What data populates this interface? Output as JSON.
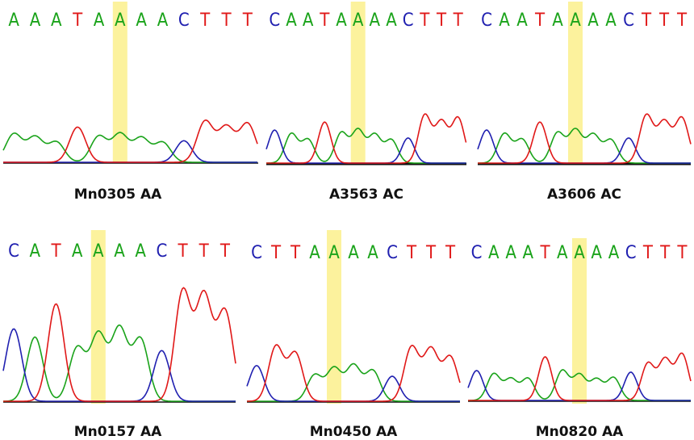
{
  "colors": {
    "A": "#1aa31a",
    "C": "#2020b0",
    "G": "#111111",
    "T": "#e01818",
    "highlight": "#fbf08c"
  },
  "panels": [
    {
      "label": "Mn0305 AA",
      "bases": [
        "A",
        "A",
        "A",
        "T",
        "A",
        "A",
        "A",
        "A",
        "C",
        "T",
        "T",
        "T"
      ],
      "highlight_index": 5
    },
    {
      "label": "A3563 AC",
      "bases": [
        "C",
        "A",
        "A",
        "T",
        "A",
        "A",
        "A",
        "A",
        "C",
        "T",
        "T",
        "T"
      ],
      "highlight_index": 5
    },
    {
      "label": "A3606 AC",
      "bases": [
        "C",
        "A",
        "A",
        "T",
        "A",
        "A",
        "A",
        "A",
        "C",
        "T",
        "T",
        "T"
      ],
      "highlight_index": 5
    },
    {
      "label": "Mn0157 AA",
      "bases": [
        "C",
        "A",
        "T",
        "A",
        "A",
        "A",
        "A",
        "C",
        "T",
        "T",
        "T"
      ],
      "highlight_index": 4
    },
    {
      "label": "Mn0450 AA",
      "bases": [
        "C",
        "T",
        "T",
        "A",
        "A",
        "A",
        "A",
        "C",
        "T",
        "T",
        "T"
      ],
      "highlight_index": 4
    },
    {
      "label": "Mn0820 AA",
      "bases": [
        "C",
        "A",
        "A",
        "A",
        "T",
        "A",
        "A",
        "A",
        "A",
        "C",
        "T",
        "T",
        "T"
      ],
      "highlight_index": 6
    }
  ]
}
